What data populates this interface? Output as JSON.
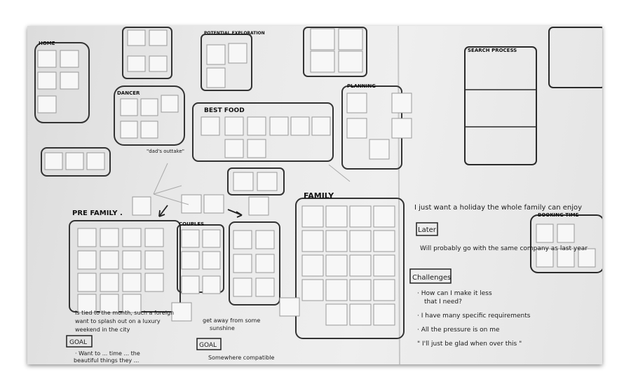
{
  "headings": {
    "pre_family": "PRE FAMILY .",
    "family": "FAMILY",
    "best food": "BEST FOOD",
    "couples": "COUPLES",
    "goal_left": "GOAL",
    "goal_mid": "GOAL",
    "potential_exploration": "POTENTIAL EXPLORATION",
    "planning": "PLANNING",
    "search_process": "SEARCH PROCESS",
    "booking_time": "BOOKING TIME",
    "home": "HOME",
    "dancer": "DANCER"
  },
  "notes": {
    "quote_top": "I just want a holiday the whole family can enjoy",
    "later_label": "Later",
    "later_text": "Will probably go with the same company as last year",
    "challenges_label": "Challenges",
    "challenge_1": "· How can I make it less",
    "challenge_1b": "that I need?",
    "challenge_2": "· I have many specific requirements",
    "challenge_3": "· All the pressure is on me",
    "challenge_4": "\" I'll just be glad when over this \"",
    "left_bottom_1": "Is tied to the month, such a foreign",
    "left_bottom_2": "want to splash out on a luxury",
    "left_bottom_3": "weekend in the city",
    "goal_left_1": "· Want to ... time ... the",
    "goal_left_2": "beautiful things they ...",
    "mid_bottom_1": "get away from some",
    "mid_bottom_2": "sunshine",
    "goal_mid_1": "Somewhere compatible",
    "annotation_1": "\"dad's outtake\""
  }
}
